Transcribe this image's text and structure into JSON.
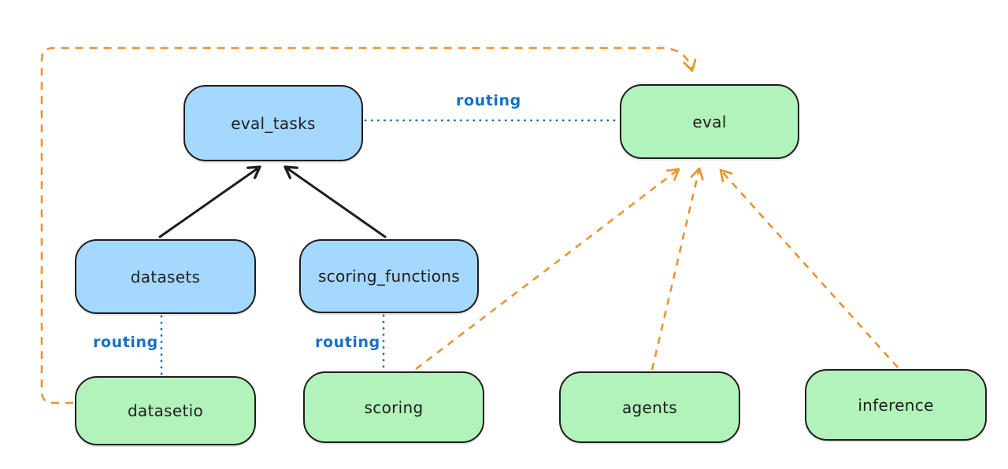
{
  "diagram": {
    "background": "#ffffff",
    "colors": {
      "node_border": "#1e1e1e",
      "blue_node_fill": "#a5d8ff",
      "green_node_fill": "#b2f2bb",
      "routing_blue": "#1971c2",
      "orange_dashed": "#e8952f",
      "black_arrow": "#1e1e1e"
    },
    "nodes": [
      {
        "id": "eval_tasks",
        "label": "eval_tasks",
        "color_type": "blue"
      },
      {
        "id": "eval",
        "label": "eval",
        "color_type": "green"
      },
      {
        "id": "datasets",
        "label": "datasets",
        "color_type": "blue"
      },
      {
        "id": "scoring_functions",
        "label": "scoring_functions",
        "color_type": "blue"
      },
      {
        "id": "datasetio",
        "label": "datasetio",
        "color_type": "green"
      },
      {
        "id": "scoring",
        "label": "scoring",
        "color_type": "green"
      },
      {
        "id": "agents",
        "label": "agents",
        "color_type": "green"
      },
      {
        "id": "inference",
        "label": "inference",
        "color_type": "green"
      }
    ],
    "edge_labels": [
      {
        "id": "routing-top",
        "text": "routing"
      },
      {
        "id": "routing-left",
        "text": "routing"
      },
      {
        "id": "routing-mid",
        "text": "routing"
      }
    ],
    "edges": [
      {
        "from": "datasets",
        "to": "eval_tasks",
        "style": "solid",
        "color": "#1e1e1e",
        "arrow": true,
        "label": ""
      },
      {
        "from": "scoring_functions",
        "to": "eval_tasks",
        "style": "solid",
        "color": "#1e1e1e",
        "arrow": true,
        "label": ""
      },
      {
        "from": "eval_tasks",
        "to": "eval",
        "style": "dotted",
        "color": "#1971c2",
        "arrow": false,
        "label": "routing"
      },
      {
        "from": "datasets",
        "to": "datasetio",
        "style": "dotted",
        "color": "#1971c2",
        "arrow": false,
        "label": "routing"
      },
      {
        "from": "scoring_functions",
        "to": "scoring",
        "style": "dotted",
        "color": "#1971c2",
        "arrow": false,
        "label": "routing"
      },
      {
        "from": "datasetio",
        "to": "eval",
        "style": "dashed",
        "color": "#e8952f",
        "arrow": true,
        "label": "",
        "route": "around-left-and-top"
      },
      {
        "from": "scoring",
        "to": "eval",
        "style": "dashed",
        "color": "#e8952f",
        "arrow": true,
        "label": ""
      },
      {
        "from": "agents",
        "to": "eval",
        "style": "dashed",
        "color": "#e8952f",
        "arrow": true,
        "label": ""
      },
      {
        "from": "inference",
        "to": "eval",
        "style": "dashed",
        "color": "#e8952f",
        "arrow": true,
        "label": ""
      }
    ]
  }
}
